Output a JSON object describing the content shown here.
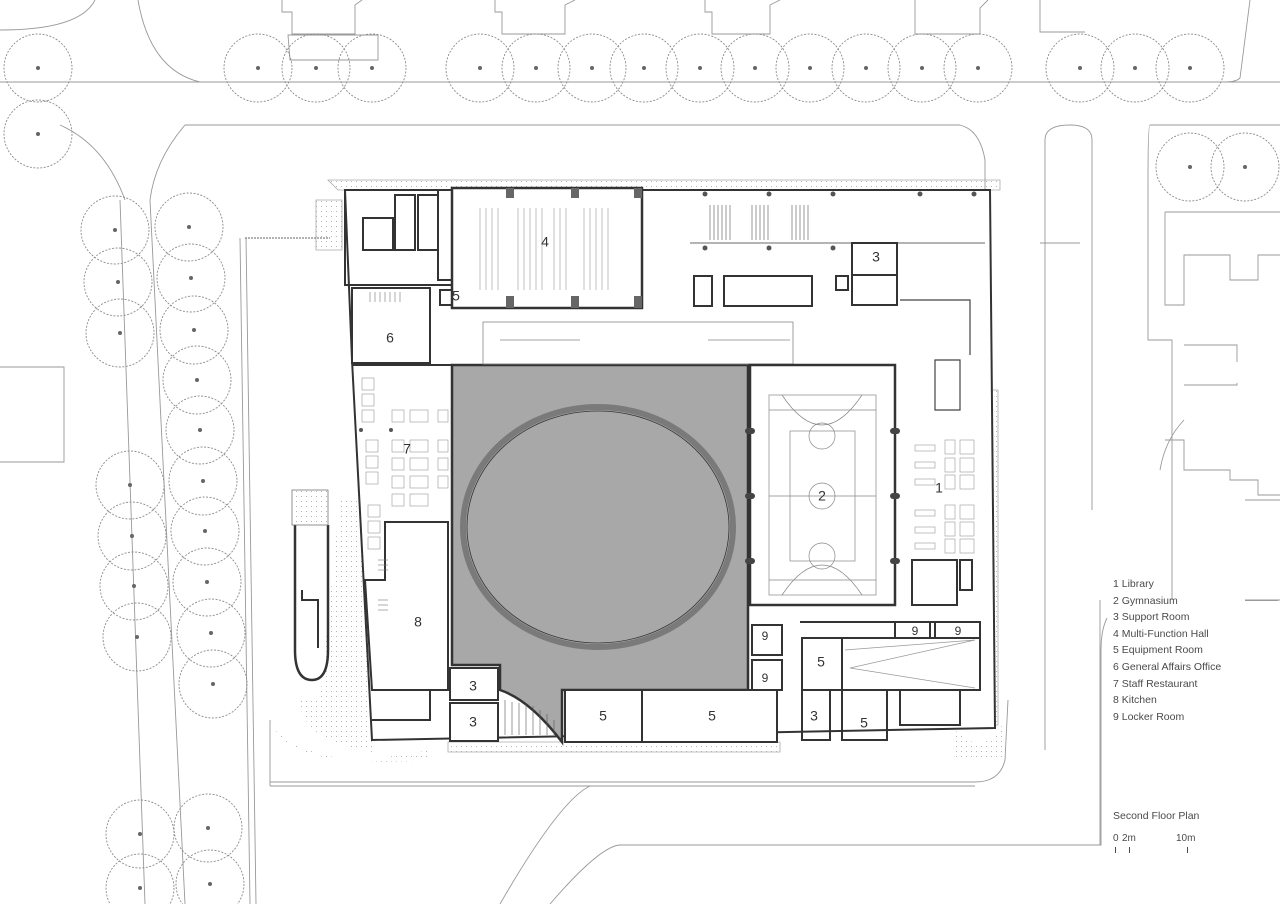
{
  "drawing": {
    "title": "Second Floor Plan",
    "scale_bar": {
      "labels": [
        "0",
        "2m",
        "10m"
      ]
    },
    "colors": {
      "wall": "#333333",
      "hatch_fill": "#a8a8a8",
      "ring": "#7a7a7a",
      "line": "#8a8a8a",
      "paper": "#ffffff"
    }
  },
  "legend": {
    "items": [
      {
        "num": "1",
        "name": "Library",
        "label": "1 Library"
      },
      {
        "num": "2",
        "name": "Gymnasium",
        "label": "2 Gymnasium"
      },
      {
        "num": "3",
        "name": "Support Room",
        "label": "3 Support Room"
      },
      {
        "num": "4",
        "name": "Multi-Function Hall",
        "label": "4 Multi-Function Hall"
      },
      {
        "num": "5",
        "name": "Equipment Room",
        "label": "5 Equipment Room"
      },
      {
        "num": "6",
        "name": "General Affairs Office",
        "label": "6 General Affairs Office"
      },
      {
        "num": "7",
        "name": "Staff Restaurant",
        "label": "7 Staff Restaurant"
      },
      {
        "num": "8",
        "name": "Kitchen",
        "label": "8 Kitchen"
      },
      {
        "num": "9",
        "name": "Locker Room",
        "label": "9 Locker Room"
      }
    ]
  },
  "rooms": {
    "library": "1",
    "gymnasium": "2",
    "support_ne": "3",
    "support_sw1": "3",
    "support_sw2": "3",
    "support_se": "3",
    "hall": "4",
    "equip_n": "5",
    "equip_s1": "5",
    "equip_s2": "5",
    "equip_e1": "5",
    "equip_e2": "5",
    "office": "6",
    "restaurant": "7",
    "kitchen": "8",
    "locker_1": "9",
    "locker_2": "9",
    "locker_3": "9",
    "locker_4": "9"
  }
}
